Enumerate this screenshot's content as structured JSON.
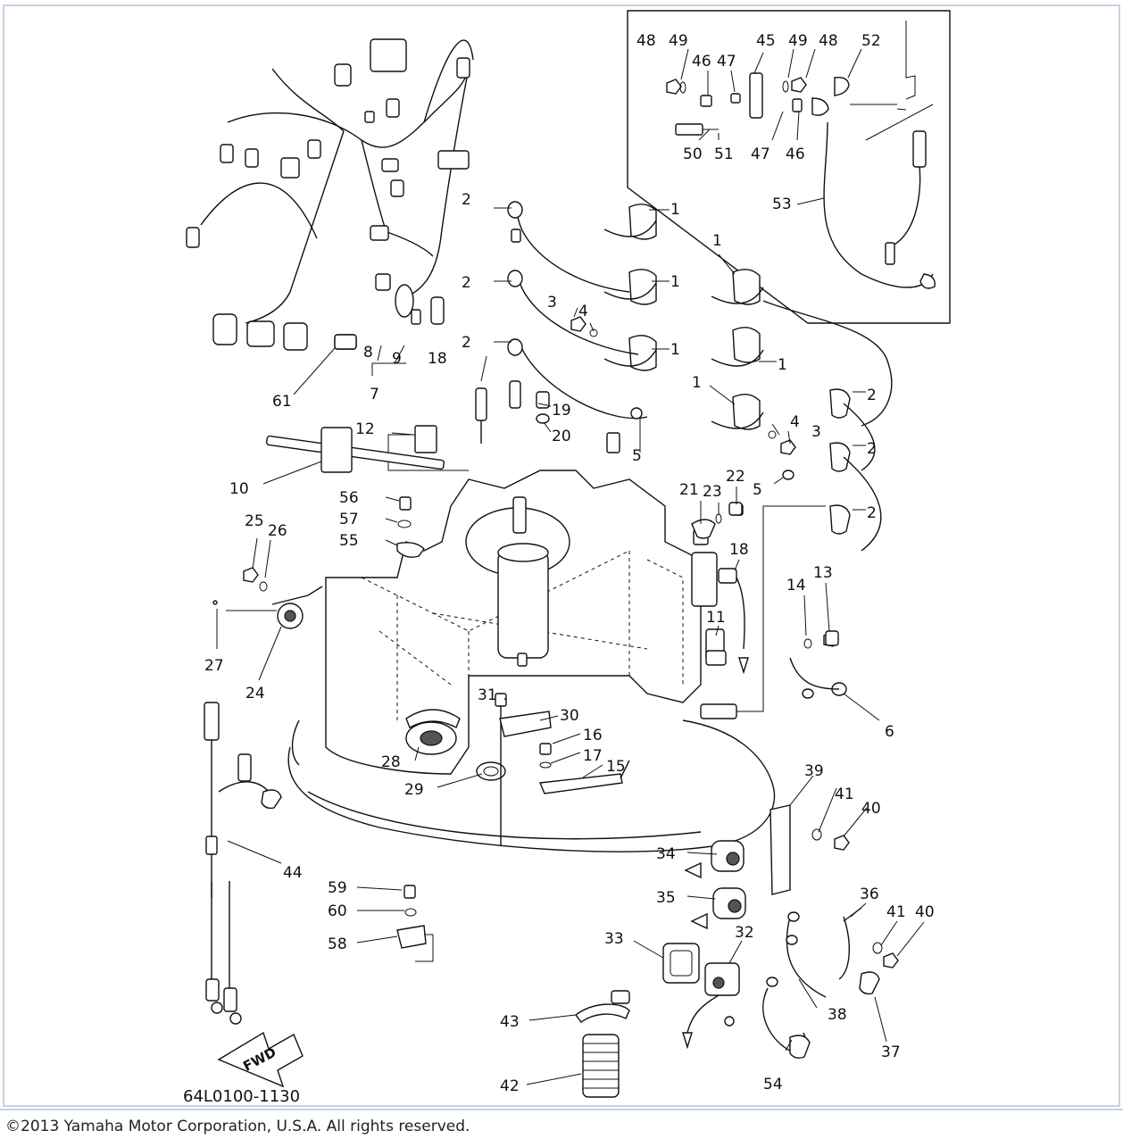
{
  "diagram": {
    "part_code": "64L0100-1130",
    "fwd_label": "FWD",
    "callouts": [
      {
        "id": "c48a",
        "label": "48"
      },
      {
        "id": "c49a",
        "label": "49"
      },
      {
        "id": "c45",
        "label": "45"
      },
      {
        "id": "c49b",
        "label": "49"
      },
      {
        "id": "c48b",
        "label": "48"
      },
      {
        "id": "c52",
        "label": "52"
      },
      {
        "id": "c46a",
        "label": "46"
      },
      {
        "id": "c47a",
        "label": "47"
      },
      {
        "id": "c50",
        "label": "50"
      },
      {
        "id": "c51",
        "label": "51"
      },
      {
        "id": "c47b",
        "label": "47"
      },
      {
        "id": "c46b",
        "label": "46"
      },
      {
        "id": "c53",
        "label": "53"
      },
      {
        "id": "c2a",
        "label": "2"
      },
      {
        "id": "c2b",
        "label": "2"
      },
      {
        "id": "c2c",
        "label": "2"
      },
      {
        "id": "c1a",
        "label": "1"
      },
      {
        "id": "c1b",
        "label": "1"
      },
      {
        "id": "c1c",
        "label": "1"
      },
      {
        "id": "c1d",
        "label": "1"
      },
      {
        "id": "c1e",
        "label": "1"
      },
      {
        "id": "c1f",
        "label": "1"
      },
      {
        "id": "c3a",
        "label": "3"
      },
      {
        "id": "c4a",
        "label": "4"
      },
      {
        "id": "c2d",
        "label": "2"
      },
      {
        "id": "c4b",
        "label": "4"
      },
      {
        "id": "c3b",
        "label": "3"
      },
      {
        "id": "c2e",
        "label": "2"
      },
      {
        "id": "c5a",
        "label": "5"
      },
      {
        "id": "c5b",
        "label": "5"
      },
      {
        "id": "c2f",
        "label": "2"
      },
      {
        "id": "c18a",
        "label": "18"
      },
      {
        "id": "c19",
        "label": "19"
      },
      {
        "id": "c20",
        "label": "20"
      },
      {
        "id": "c12",
        "label": "12"
      },
      {
        "id": "c8",
        "label": "8"
      },
      {
        "id": "c9",
        "label": "9"
      },
      {
        "id": "c7",
        "label": "7"
      },
      {
        "id": "c61",
        "label": "61"
      },
      {
        "id": "c10",
        "label": "10"
      },
      {
        "id": "c56",
        "label": "56"
      },
      {
        "id": "c57",
        "label": "57"
      },
      {
        "id": "c55",
        "label": "55"
      },
      {
        "id": "c25",
        "label": "25"
      },
      {
        "id": "c26",
        "label": "26"
      },
      {
        "id": "c27",
        "label": "27"
      },
      {
        "id": "c24",
        "label": "24"
      },
      {
        "id": "c21",
        "label": "21"
      },
      {
        "id": "c23",
        "label": "23"
      },
      {
        "id": "c22",
        "label": "22"
      },
      {
        "id": "c18b",
        "label": "18"
      },
      {
        "id": "c14",
        "label": "14"
      },
      {
        "id": "c13",
        "label": "13"
      },
      {
        "id": "c11",
        "label": "11"
      },
      {
        "id": "c6",
        "label": "6"
      },
      {
        "id": "c31",
        "label": "31"
      },
      {
        "id": "c30",
        "label": "30"
      },
      {
        "id": "c16",
        "label": "16"
      },
      {
        "id": "c17",
        "label": "17"
      },
      {
        "id": "c15",
        "label": "15"
      },
      {
        "id": "c28",
        "label": "28"
      },
      {
        "id": "c29",
        "label": "29"
      },
      {
        "id": "c39",
        "label": "39"
      },
      {
        "id": "c41a",
        "label": "41"
      },
      {
        "id": "c40a",
        "label": "40"
      },
      {
        "id": "c34",
        "label": "34"
      },
      {
        "id": "c35",
        "label": "35"
      },
      {
        "id": "c36",
        "label": "36"
      },
      {
        "id": "c41b",
        "label": "41"
      },
      {
        "id": "c40b",
        "label": "40"
      },
      {
        "id": "c44",
        "label": "44"
      },
      {
        "id": "c59",
        "label": "59"
      },
      {
        "id": "c60",
        "label": "60"
      },
      {
        "id": "c58",
        "label": "58"
      },
      {
        "id": "c33",
        "label": "33"
      },
      {
        "id": "c32",
        "label": "32"
      },
      {
        "id": "c38",
        "label": "38"
      },
      {
        "id": "c43",
        "label": "43"
      },
      {
        "id": "c37",
        "label": "37"
      },
      {
        "id": "c42",
        "label": "42"
      },
      {
        "id": "c54",
        "label": "54"
      }
    ]
  },
  "footer": {
    "copyright": "©2013 Yamaha Motor Corporation, U.S.A. All rights reserved."
  }
}
